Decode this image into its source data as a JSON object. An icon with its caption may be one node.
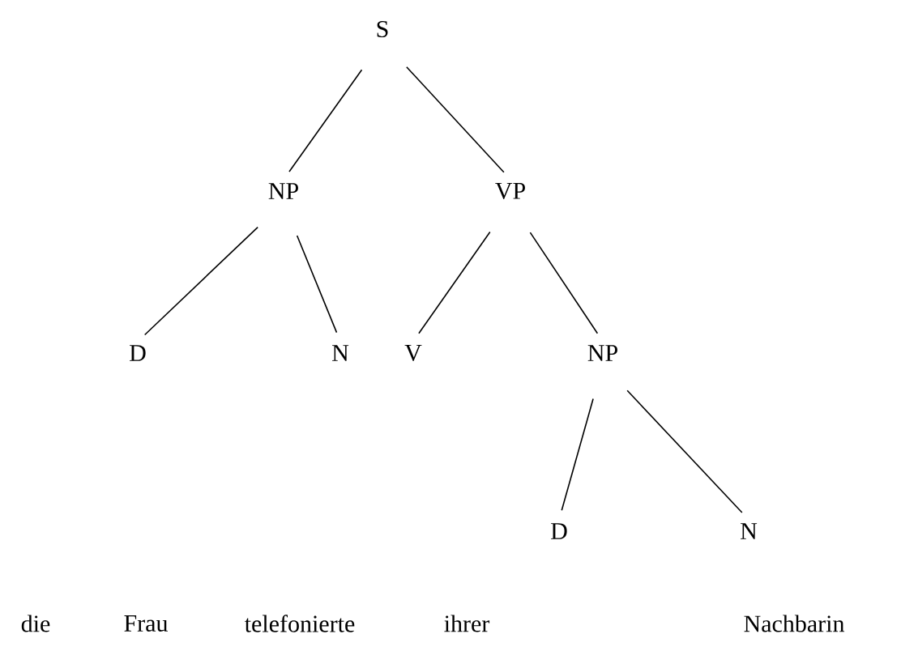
{
  "diagram": {
    "nodes": [
      {
        "text": [
          "S"
        ]
      },
      {
        "text": [
          "NP"
        ]
      },
      {
        "text": [
          "VP"
        ]
      },
      {
        "text": [
          "D"
        ]
      },
      {
        "text": [
          "N"
        ]
      },
      {
        "text": [
          "V"
        ]
      },
      {
        "text": [
          "NP"
        ]
      },
      {
        "text": [
          "D"
        ]
      },
      {
        "text": [
          "N"
        ]
      }
    ],
    "edges": [
      {
        "from": 0,
        "to": 1,
        "arrow": "none"
      },
      {
        "from": 0,
        "to": 2,
        "arrow": "none"
      },
      {
        "from": 1,
        "to": 3,
        "arrow": "none"
      },
      {
        "from": 1,
        "to": 4,
        "arrow": "none"
      },
      {
        "from": 2,
        "to": 5,
        "arrow": "none"
      },
      {
        "from": 2,
        "to": 6,
        "arrow": "none"
      },
      {
        "from": 6,
        "to": 7,
        "arrow": "none"
      },
      {
        "from": 6,
        "to": 8,
        "arrow": "none"
      }
    ],
    "labels": [
      "die",
      "Frau",
      "telefonierte",
      "ihrer",
      "Nachbarin"
    ]
  }
}
